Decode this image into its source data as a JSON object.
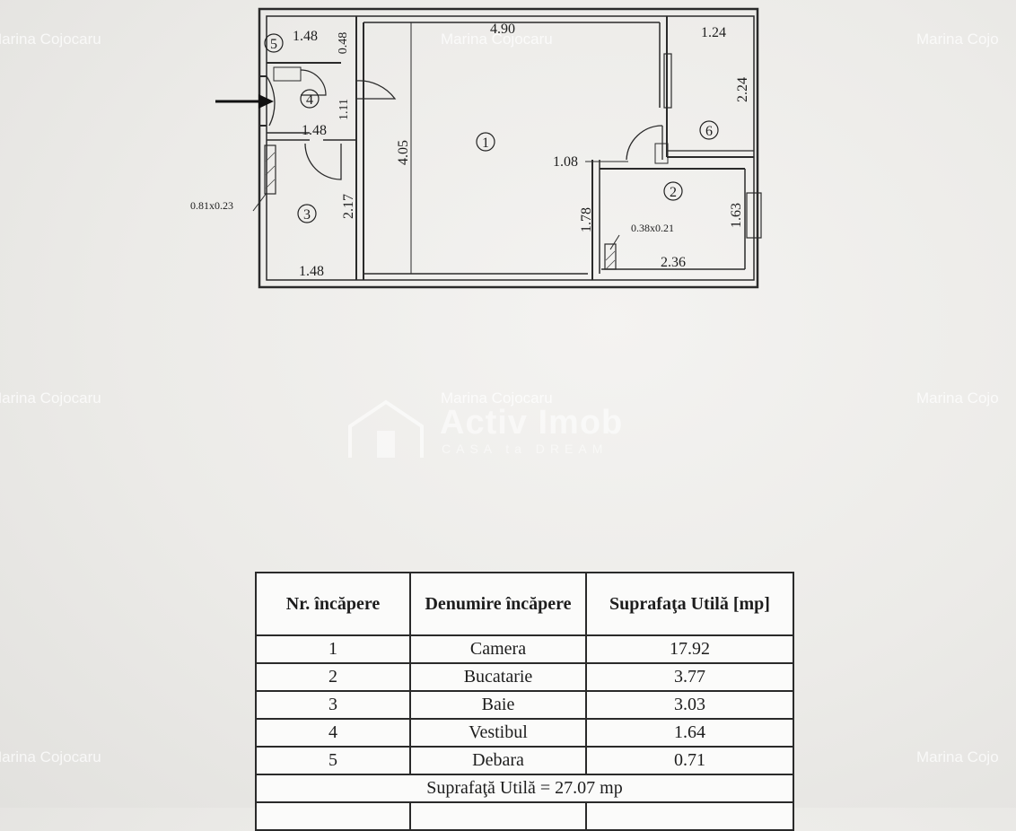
{
  "watermarks": [
    "Marina Cojocaru",
    "Marina Cojocaru",
    "Marina Cojo",
    "Marina Cojocaru",
    "Marina Cojocaru",
    "Marina Cojo",
    "Marina Cojocaru",
    "Marina Cojo"
  ],
  "logo": {
    "title": "Activ Imob",
    "subtitle": "CASA ta DREAM"
  },
  "plan": {
    "rooms": [
      "1",
      "2",
      "3",
      "4",
      "5",
      "6"
    ],
    "dimensions": {
      "top_room1": "4.90",
      "top_room5": "1.48",
      "room5_height": "0.48",
      "room4_height": "1.11",
      "room4_width": "1.48",
      "room1_height": "4.05",
      "room3_height": "2.17",
      "room3_width": "1.48",
      "room6_width": "1.24",
      "room6_height": "2.24",
      "door_width": "1.08",
      "room2_left": "1.78",
      "room2_right": "1.63",
      "room2_width": "2.36",
      "shaft_room3": "0.81x0.23",
      "shaft_room2": "0.38x0.21"
    }
  },
  "table": {
    "headers": [
      "Nr. încăpere",
      "Denumire încăpere",
      "Suprafaţa Utilă [mp]"
    ],
    "rows": [
      [
        "1",
        "Camera",
        "17.92"
      ],
      [
        "2",
        "Bucatarie",
        "3.77"
      ],
      [
        "3",
        "Baie",
        "3.03"
      ],
      [
        "4",
        "Vestibul",
        "1.64"
      ],
      [
        "5",
        "Debara",
        "0.71"
      ]
    ],
    "total": "Suprafaţă Utilă = 27.07 mp"
  }
}
